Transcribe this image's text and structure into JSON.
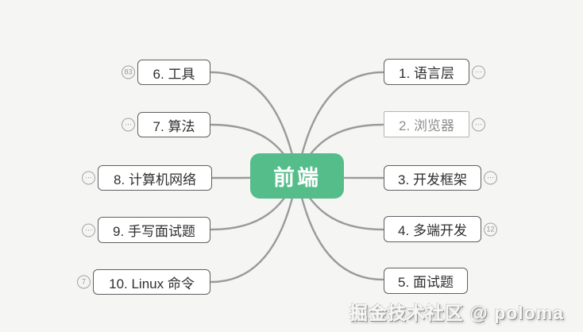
{
  "canvas": {
    "background_color": "#f5f6f4",
    "connector_color": "#9a9a9a"
  },
  "center_node": {
    "label": "前端",
    "fill_color": "#55bd8a",
    "text_color": "#ffffff"
  },
  "left_nodes": [
    {
      "label": "6. 工具",
      "badge": "83"
    },
    {
      "label": "7. 算法",
      "badge": "⋯"
    },
    {
      "label": "8. 计算机网络",
      "badge": "⋯"
    },
    {
      "label": "9. 手写面试题",
      "badge": "⋯"
    },
    {
      "label": "10. Linux 命令",
      "badge": "7"
    }
  ],
  "right_nodes": [
    {
      "label": "1. 语言层",
      "badge": "⋯"
    },
    {
      "label": "2. 浏览器",
      "badge": "⋯"
    },
    {
      "label": "3. 开发框架",
      "badge": "⋯"
    },
    {
      "label": "4. 多端开发",
      "badge": "12"
    },
    {
      "label": "5. 面试题"
    }
  ],
  "watermark": {
    "text": "掘金技术社区 @ poloma"
  }
}
